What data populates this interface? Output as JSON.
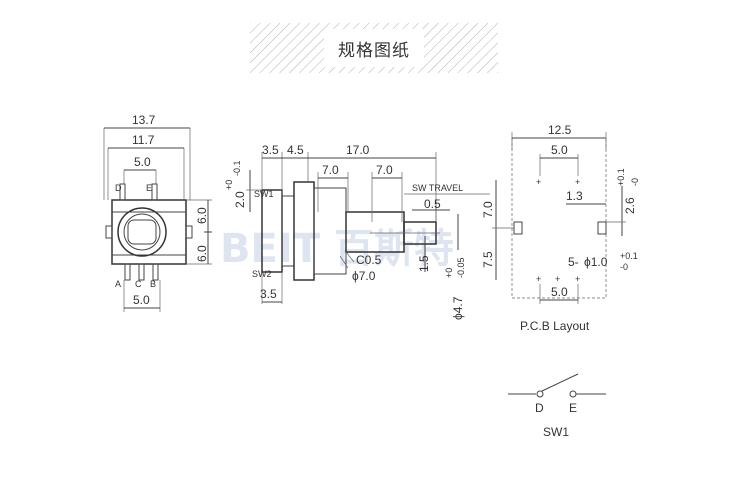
{
  "title": "规格图纸",
  "watermark": "BEIT 百斯特",
  "front_view": {
    "dims": [
      "13.7",
      "11.7",
      "5.0",
      "6.0",
      "6.0",
      "5.0"
    ],
    "pins_top": [
      "D",
      "E"
    ],
    "pins_bottom": [
      "A",
      "C",
      "B"
    ]
  },
  "side_view": {
    "dims": [
      "3.5",
      "4.5",
      "17.0",
      "7.0",
      "7.0",
      "2.0",
      "0.5",
      "1.5",
      "C0.5",
      "ϕ7.0",
      "3.5"
    ],
    "tol_plus": "+0",
    "tol_minus": "-0.1",
    "shaft_dia": "ϕ4.7",
    "shaft_tol_plus": "+0",
    "shaft_tol_minus": "-0.05",
    "labels": [
      "SW1",
      "SW2",
      "SW TRAVEL"
    ]
  },
  "pcb_layout": {
    "dims": [
      "12.5",
      "5.0",
      "7.0",
      "7.5",
      "5.0",
      "1.3",
      "2.6"
    ],
    "dims_tol_plus": "+0.1",
    "dims_tol_minus": "-0",
    "hole_count": "5-",
    "hole_dia": "ϕ1.0",
    "hole_tol_plus": "+0.1",
    "hole_tol_minus": "-0",
    "caption": "P.C.B Layout"
  },
  "switch_schematic": {
    "pins": [
      "D",
      "E"
    ],
    "caption": "SW1"
  },
  "colors": {
    "line": "#444444",
    "watermark": "#d4dcec",
    "hatch": "#b0b0b0"
  }
}
